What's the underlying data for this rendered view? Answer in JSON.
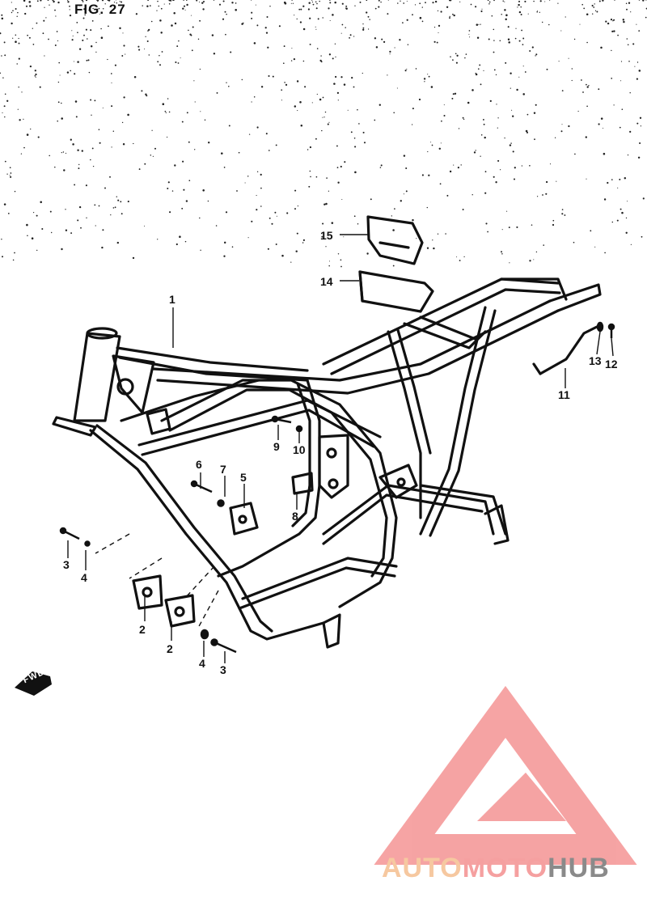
{
  "figure": {
    "label": "FIG. 27"
  },
  "parts": [
    {
      "number": "1"
    },
    {
      "number": "2"
    },
    {
      "number": "2"
    },
    {
      "number": "3"
    },
    {
      "number": "3"
    },
    {
      "number": "4"
    },
    {
      "number": "4"
    },
    {
      "number": "5"
    },
    {
      "number": "6"
    },
    {
      "number": "7"
    },
    {
      "number": "8"
    },
    {
      "number": "9"
    },
    {
      "number": "10"
    },
    {
      "number": "11"
    },
    {
      "number": "12"
    },
    {
      "number": "13"
    },
    {
      "number": "14"
    },
    {
      "number": "15"
    }
  ],
  "direction_marker": {
    "label": "FWD",
    "icon": "arrow-left-icon"
  },
  "watermark": {
    "part1": "AUTO",
    "part2": "MOTO",
    "part3": "HUB",
    "colors": {
      "auto": "#f6c8a0",
      "moto": "#f5a0a0",
      "hub": "#8a8a8a",
      "triangle": "#f59a9a"
    }
  },
  "colors": {
    "ink": "#111111",
    "paper": "#ffffff"
  }
}
